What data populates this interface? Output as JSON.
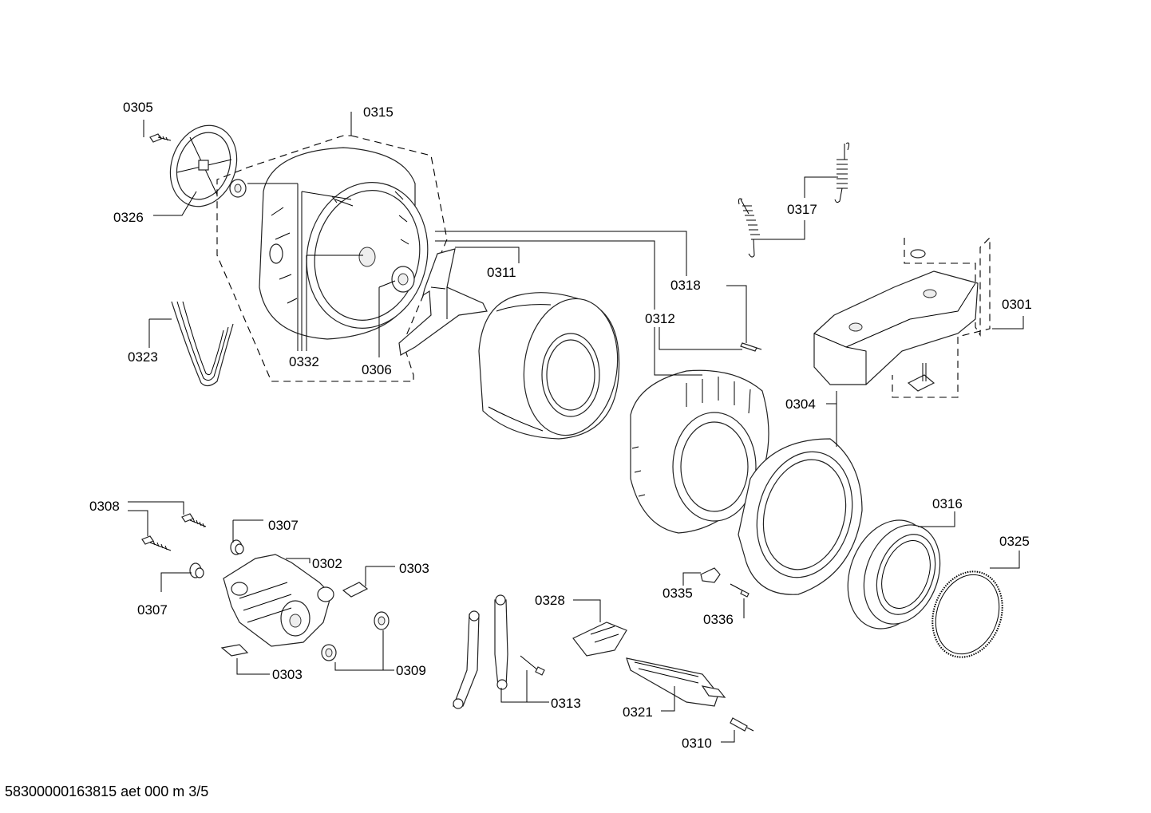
{
  "labels": {
    "p0305": "0305",
    "p0315": "0315",
    "p0326": "0326",
    "p0323": "0323",
    "p0332": "0332",
    "p0306": "0306",
    "p0311": "0311",
    "p0318": "0318",
    "p0312": "0312",
    "p0317": "0317",
    "p0301": "0301",
    "p0304": "0304",
    "p0316": "0316",
    "p0325": "0325",
    "p0308": "0308",
    "p0307a": "0307",
    "p0307b": "0307",
    "p0302": "0302",
    "p0303a": "0303",
    "p0303b": "0303",
    "p0309": "0309",
    "p0313": "0313",
    "p0328": "0328",
    "p0321": "0321",
    "p0310": "0310",
    "p0335": "0335",
    "p0336": "0336"
  },
  "footer": "58300000163815 aet 000 m 3/5"
}
